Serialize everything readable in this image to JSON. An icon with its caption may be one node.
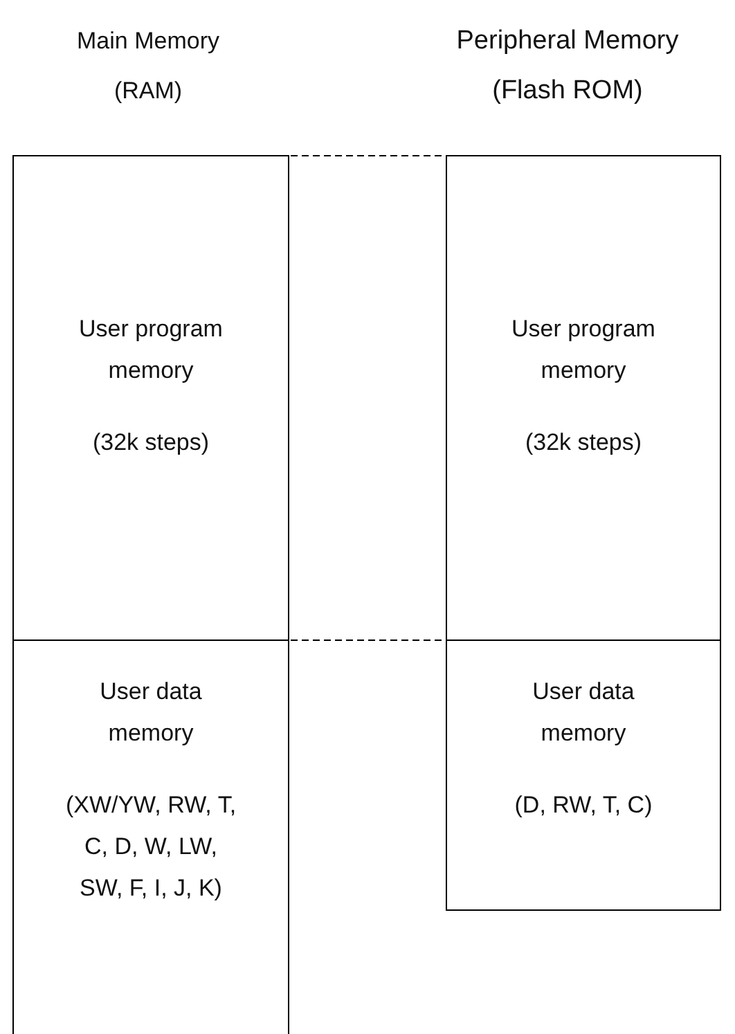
{
  "diagram": {
    "nodes": [
      {
        "text": [
          "Main Memory (RAM)"
        ]
      },
      {
        "text": [
          "User program memory",
          "(32k steps)"
        ],
        "in": 0
      },
      {
        "text": [
          "User data memory",
          "(XW/YW, RW, T, C, D, W, LW, SW, F, I, J, K)"
        ],
        "in": 0
      },
      {
        "text": [
          "Peripheral Memory (Flash ROM)"
        ]
      },
      {
        "text": [
          "User program memory",
          "(32k steps)"
        ],
        "in": 3
      },
      {
        "text": [
          "User data memory",
          "(D, RW, T, C)"
        ],
        "in": 3
      }
    ],
    "edges": [
      {
        "from": 1,
        "to": 4,
        "arrow": "none",
        "style": "dashed"
      },
      {
        "from": 2,
        "to": 5,
        "arrow": "none",
        "style": "dashed"
      }
    ]
  }
}
